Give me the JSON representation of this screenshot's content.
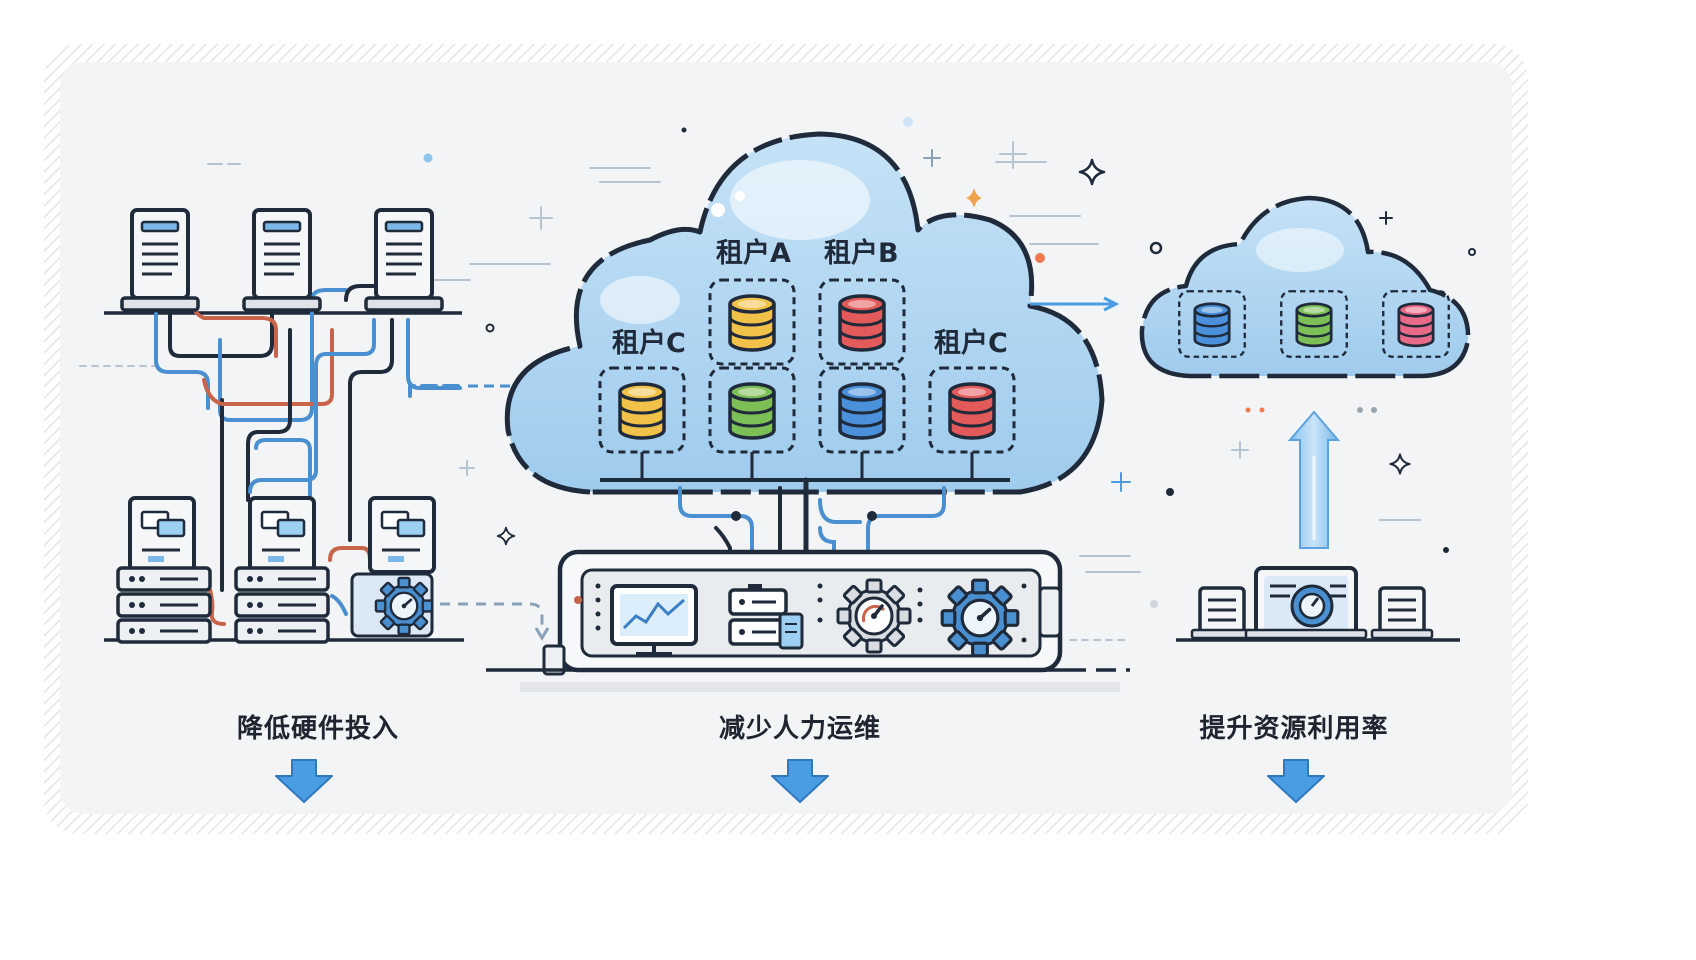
{
  "tenants": {
    "top_left": "租户A",
    "top_right": "租户B",
    "mid_left": "租户C",
    "mid_right": "租户C"
  },
  "captions": {
    "left": "降低硬件投入",
    "center": "减少人力运维",
    "right": "提升资源利用率"
  },
  "colors": {
    "outline": "#1f2a3a",
    "cloud_fill": "#a9d2f1",
    "wire_blue": "#4a8fcf",
    "wire_red": "#c8644a",
    "arrow_blue": "#4a9de3",
    "db_yellow": "#f1c24a",
    "db_red": "#e35a5a",
    "db_green": "#7cbf56",
    "db_blue": "#4a90da",
    "db_pink": "#e86a88"
  },
  "icons": [
    "server-icon",
    "cloud-icon",
    "database-icon",
    "monitor-chart-icon",
    "device-panel-icon",
    "gear-icon",
    "gear-gauge-icon",
    "down-arrow-icon",
    "sparkle-icon"
  ]
}
